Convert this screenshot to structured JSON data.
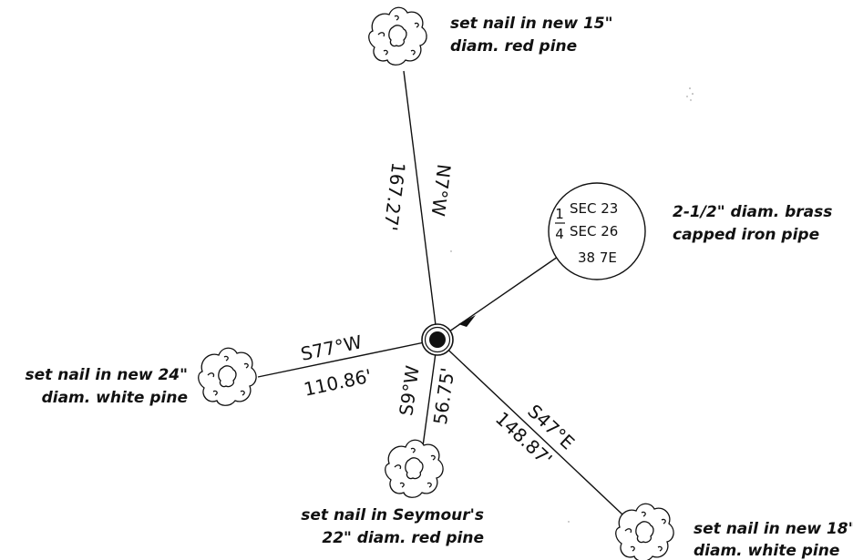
{
  "trees": {
    "north": {
      "line1": "set nail in new 15\"",
      "line2": "diam. red pine"
    },
    "west": {
      "line1": "set nail in new 24\"",
      "line2": "diam. white pine"
    },
    "south": {
      "line1": "set nail in Seymour's",
      "line2": "22\" diam. red pine"
    },
    "southeast": {
      "line1": "set nail in new 18\"",
      "line2": "diam. white pine"
    }
  },
  "bearings": {
    "north": {
      "bearing": "N7°W",
      "distance": "167.27'"
    },
    "west": {
      "bearing": "S77°W",
      "distance": "110.86'"
    },
    "south": {
      "bearing": "S9°W",
      "distance": "56.75'"
    },
    "southeast": {
      "bearing": "S47°E",
      "distance": "148.87'"
    }
  },
  "cap": {
    "fraction_num": "1",
    "fraction_den": "4",
    "sec_top": "SEC 23",
    "sec_bottom": "SEC 26",
    "range": "38 7E"
  },
  "monument": {
    "line1": "2-1/2\" diam. brass",
    "line2": "capped iron pipe"
  }
}
